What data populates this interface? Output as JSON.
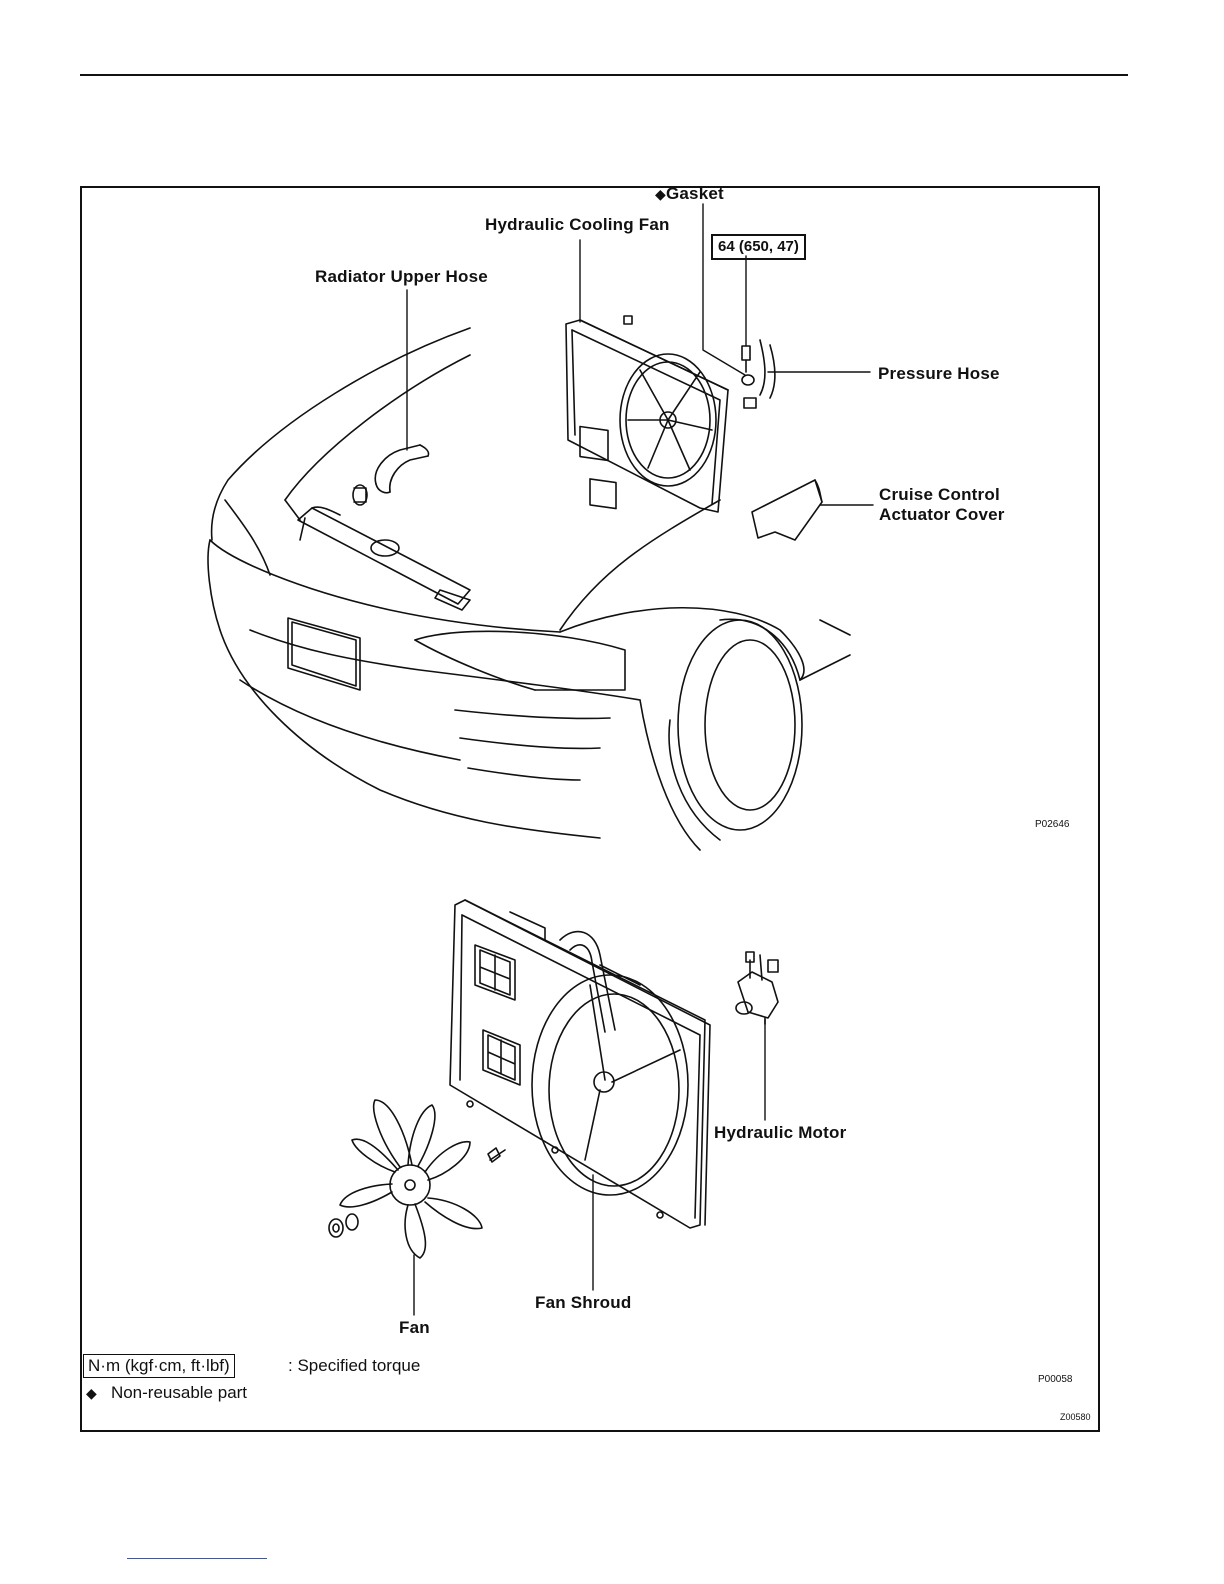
{
  "labels": {
    "gasket": "Gasket",
    "hydraulic_cooling_fan": "Hydraulic Cooling Fan",
    "radiator_upper_hose": "Radiator Upper Hose",
    "pressure_hose": "Pressure Hose",
    "cruise_control_line1": "Cruise Control",
    "cruise_control_line2": "Actuator Cover",
    "hydraulic_motor": "Hydraulic Motor",
    "fan_shroud": "Fan Shroud",
    "fan": "Fan"
  },
  "torque_value": "64 (650, 47)",
  "figure_codes": {
    "top": "P02646",
    "bottom": "P00058",
    "overall": "Z00580"
  },
  "legend": {
    "torque_unit": "N·m (kgf·cm, ft·lbf)",
    "torque_desc": ":  Specified torque",
    "nonreusable_symbol": "◆",
    "nonreusable_desc": "Non-reusable part"
  }
}
